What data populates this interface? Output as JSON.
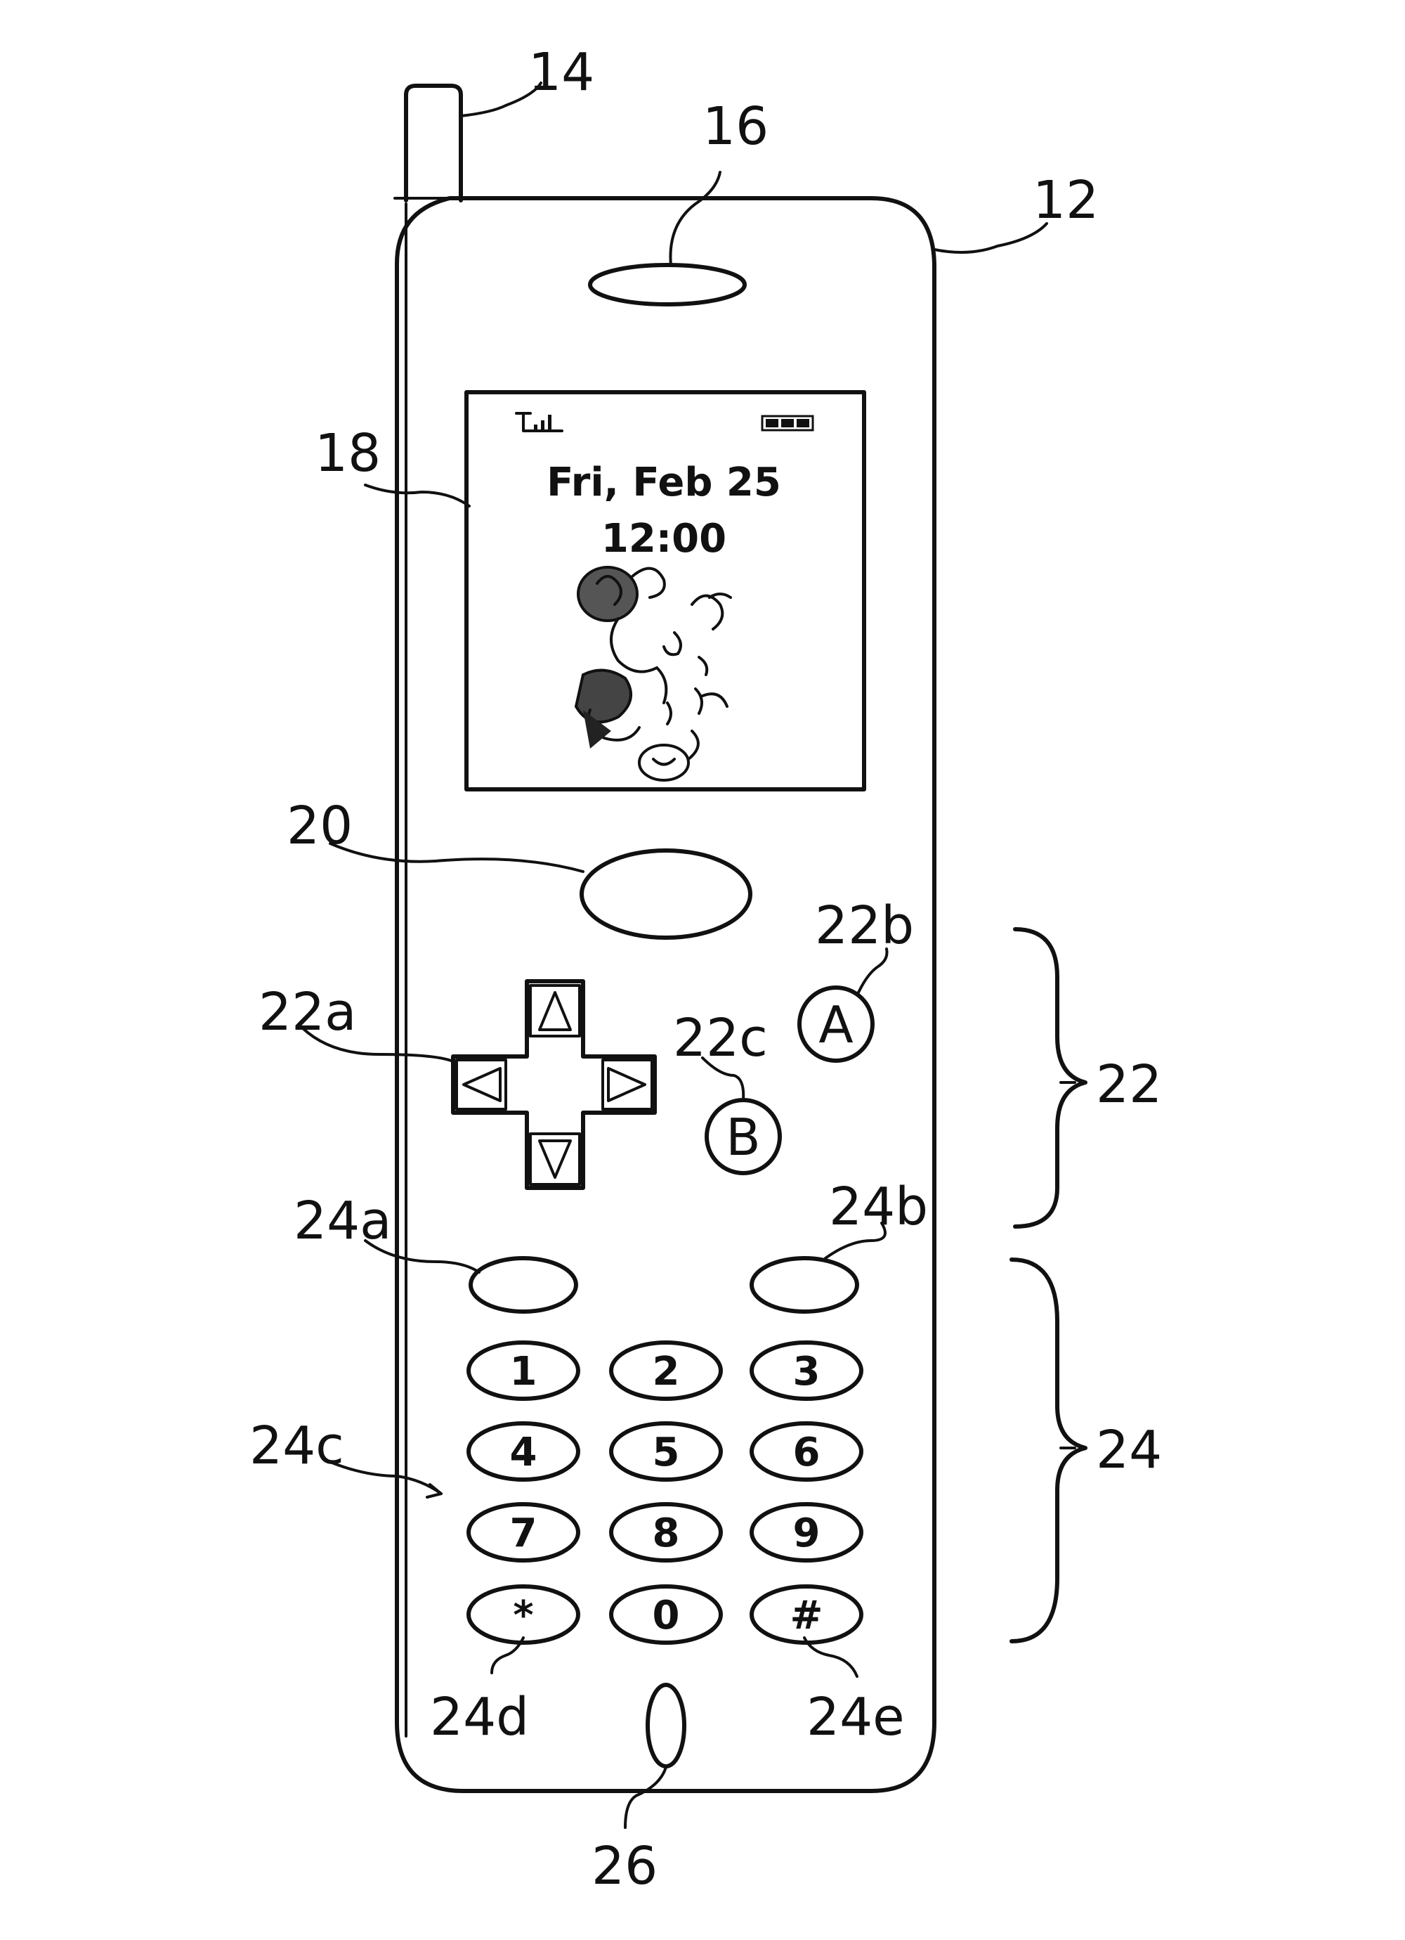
{
  "screen": {
    "date": "Fri, Feb 25",
    "time": "12:00"
  },
  "keypad": {
    "keys": [
      "1",
      "2",
      "3",
      "4",
      "5",
      "6",
      "7",
      "8",
      "9",
      "*",
      "0",
      "#"
    ]
  },
  "buttons": {
    "a_label": "A",
    "b_label": "B"
  },
  "refs": {
    "antenna": "14",
    "speaker": "16",
    "housing": "12",
    "display": "18",
    "center_button": "20",
    "operation_group": "22",
    "dpad": "22a",
    "a_button": "22b",
    "b_button": "22c",
    "key_group": "24",
    "left_soft": "24a",
    "right_soft": "24b",
    "numeric": "24c",
    "star": "24d",
    "hash": "24e",
    "microphone": "26"
  }
}
